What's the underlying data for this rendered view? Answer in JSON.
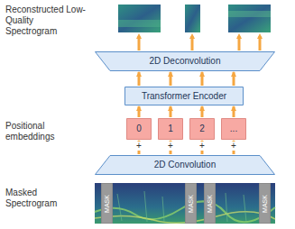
{
  "diagram": {
    "nodes": [
      {
        "text": [
          "2D Deconvolution"
        ]
      },
      {
        "text": [
          "Transformer Encoder"
        ]
      },
      {
        "text": [
          "0"
        ]
      },
      {
        "text": [
          "1"
        ]
      },
      {
        "text": [
          "2"
        ]
      },
      {
        "text": [
          "..."
        ]
      },
      {
        "text": [
          "2D Convolution"
        ]
      },
      {
        "text": [
          "MASK"
        ]
      },
      {
        "text": [
          "MASK"
        ]
      },
      {
        "text": [
          "MASK"
        ]
      },
      {
        "text": [
          "MASK"
        ]
      }
    ],
    "edges": [
      {
        "from": 6,
        "to": 2,
        "arrow": "to",
        "label": "+"
      },
      {
        "from": 6,
        "to": 3,
        "arrow": "to",
        "label": "+"
      },
      {
        "from": 6,
        "to": 4,
        "arrow": "to",
        "label": "+"
      },
      {
        "from": 6,
        "to": 5,
        "arrow": "to",
        "label": "+"
      },
      {
        "from": 2,
        "to": 1,
        "arrow": "to"
      },
      {
        "from": 3,
        "to": 1,
        "arrow": "to"
      },
      {
        "from": 4,
        "to": 1,
        "arrow": "to"
      },
      {
        "from": 5,
        "to": 1,
        "arrow": "to"
      },
      {
        "from": 1,
        "to": 0,
        "arrow": "to"
      },
      {
        "from": 1,
        "to": 0,
        "arrow": "to"
      },
      {
        "from": 1,
        "to": 0,
        "arrow": "to"
      },
      {
        "from": 1,
        "to": 0,
        "arrow": "to"
      }
    ],
    "labels": [
      "Reconstructed Low-Quality Spectrogram",
      "Positional embeddings",
      "Masked Spectrogram"
    ]
  }
}
